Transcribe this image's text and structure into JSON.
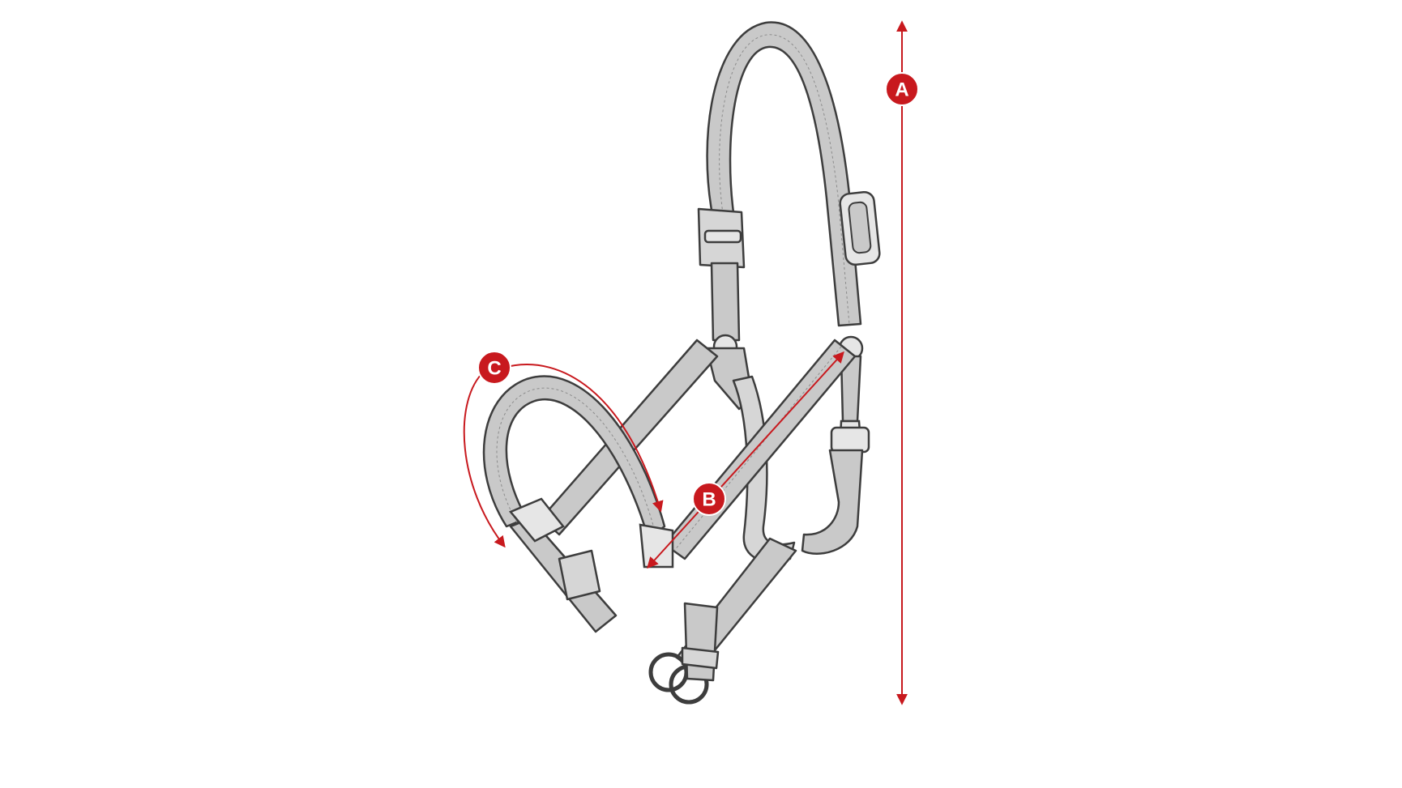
{
  "markers": {
    "a": {
      "label": "A"
    },
    "b": {
      "label": "B"
    },
    "c": {
      "label": "C"
    }
  },
  "colors": {
    "marker": "#c8191e",
    "strap_fill": "#c9c9c9",
    "outline": "#3d3d3d",
    "background": "#ffffff"
  }
}
